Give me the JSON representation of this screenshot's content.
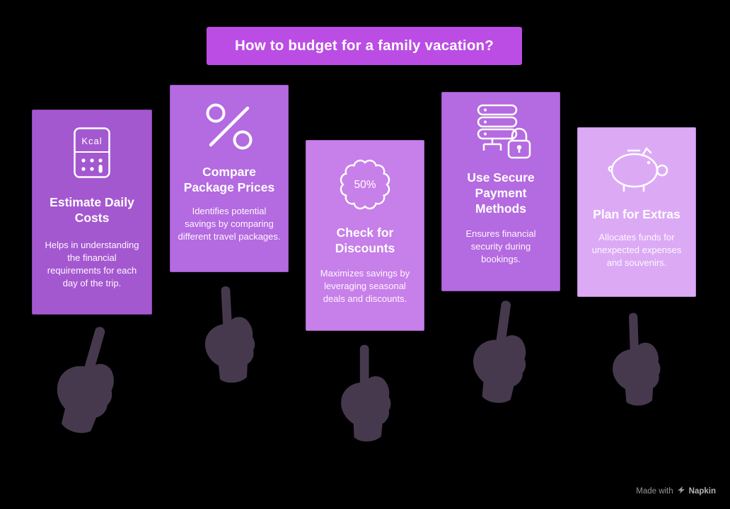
{
  "header": {
    "title": "How to budget for a family vacation?",
    "bg": "#bb4de4"
  },
  "colors": {
    "background": "#000000",
    "hand": "#46394d",
    "card_text": "#ffffff",
    "footer_text": "#969696"
  },
  "cards": [
    {
      "icon": "calculator-icon",
      "icon_label": "Kcal",
      "title": "Estimate Daily Costs",
      "description": "Helps in understanding the financial requirements for each day of the trip.",
      "color": "#a458d0"
    },
    {
      "icon": "percent-icon",
      "title": "Compare Package Prices",
      "description": "Identifies potential savings by comparing different travel packages.",
      "color": "#b46ae0"
    },
    {
      "icon": "discount-badge-icon",
      "badge_text": "50%",
      "title": "Check for Discounts",
      "description": "Maximizes savings by leveraging seasonal deals and discounts.",
      "color": "#c77fe9"
    },
    {
      "icon": "secure-payment-icon",
      "title": "Use Secure Payment Methods",
      "description": "Ensures financial security during bookings.",
      "color": "#b46ae0"
    },
    {
      "icon": "piggy-bank-icon",
      "title": "Plan for Extras",
      "description": "Allocates funds for unexpected expenses and souvenirs.",
      "color": "#dcaaf5"
    }
  ],
  "footer": {
    "made_with": "Made with",
    "brand": "Napkin"
  }
}
